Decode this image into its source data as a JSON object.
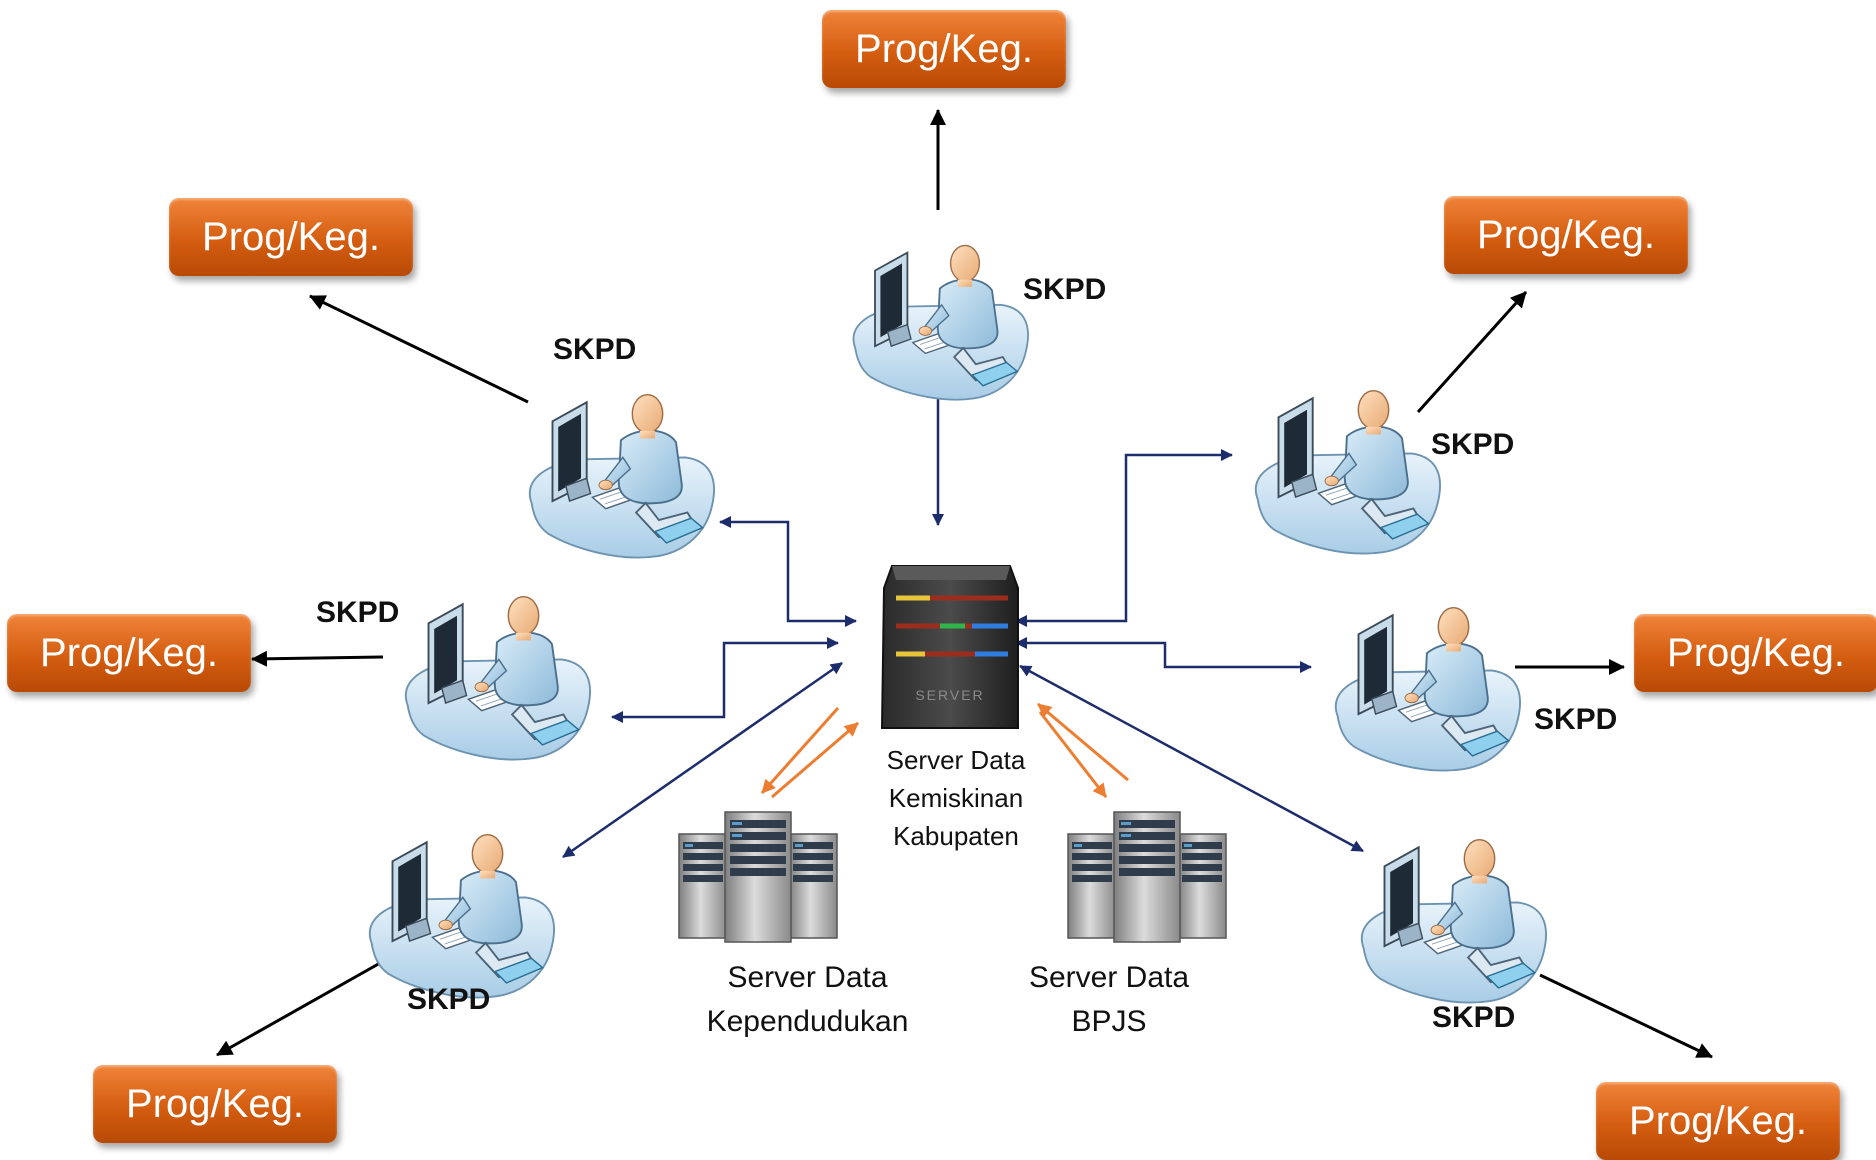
{
  "prog_label": "Prog/Keg.",
  "skpd_label": "SKPD",
  "central_server": {
    "line1": "Server Data",
    "line2": "Kemiskinan",
    "line3": "Kabupaten"
  },
  "server_kependudukan": {
    "line1": "Server Data",
    "line2": "Kependudukan"
  },
  "server_bpjs": {
    "line1": "Server Data",
    "line2": "BPJS"
  },
  "server_front_text": "SERVER",
  "colors": {
    "prog_box": "#d45d10",
    "data_link": "#1d2d6b",
    "program_link": "#000000",
    "source_link": "#ed7d31"
  }
}
